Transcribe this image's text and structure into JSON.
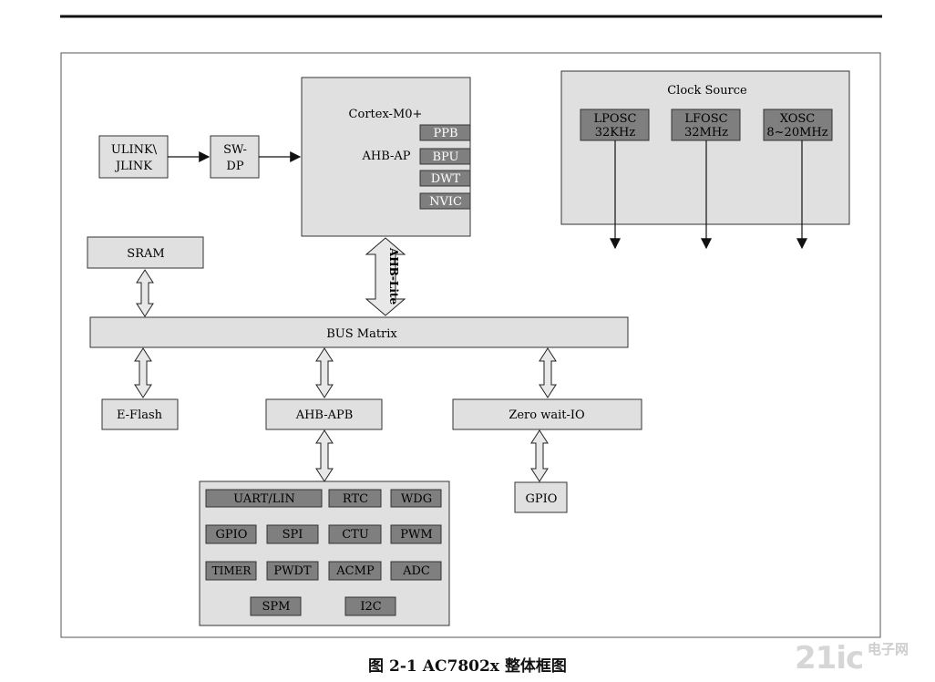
{
  "blocks": {
    "cortex": "Cortex-M0+",
    "ahb_ap": "AHB-AP",
    "ppb": "PPB",
    "bpu": "BPU",
    "dwt": "DWT",
    "nvic": "NVIC",
    "ulink": [
      "ULINK\\",
      "JLINK"
    ],
    "swdp": [
      "SW-",
      "DP"
    ],
    "clock_source": "Clock Source",
    "lposc": [
      "LPOSC",
      "32KHz"
    ],
    "lfosc": [
      "LFOSC",
      "32MHz"
    ],
    "xosc": [
      "XOSC",
      "8~20MHz"
    ],
    "sram": "SRAM",
    "ahb_lite": "AHB-Lite",
    "bus_matrix": "BUS Matrix",
    "eflash": "E-Flash",
    "ahb_apb": "AHB-APB",
    "zero_wait_io": "Zero wait-IO",
    "gpio_out": "GPIO"
  },
  "peripherals": {
    "uart": "UART/LIN",
    "rtc": "RTC",
    "wdg": "WDG",
    "gpio": "GPIO",
    "spi": "SPI",
    "ctu": "CTU",
    "pwm": "PWM",
    "timer": "TIMER",
    "pwdt": "PWDT",
    "acmp": "ACMP",
    "adc": "ADC",
    "spm": "SPM",
    "i2c": "I2C"
  },
  "caption": {
    "prefix": "图",
    "number": "2-1",
    "title": "AC7802x",
    "suffix": "整体框图"
  },
  "watermark": {
    "logo": "21ic",
    "text": "电子网"
  },
  "colors": {
    "light_fill": "#e0e0e0",
    "dark_fill": "#7f7f7f",
    "stroke": "#333333"
  }
}
